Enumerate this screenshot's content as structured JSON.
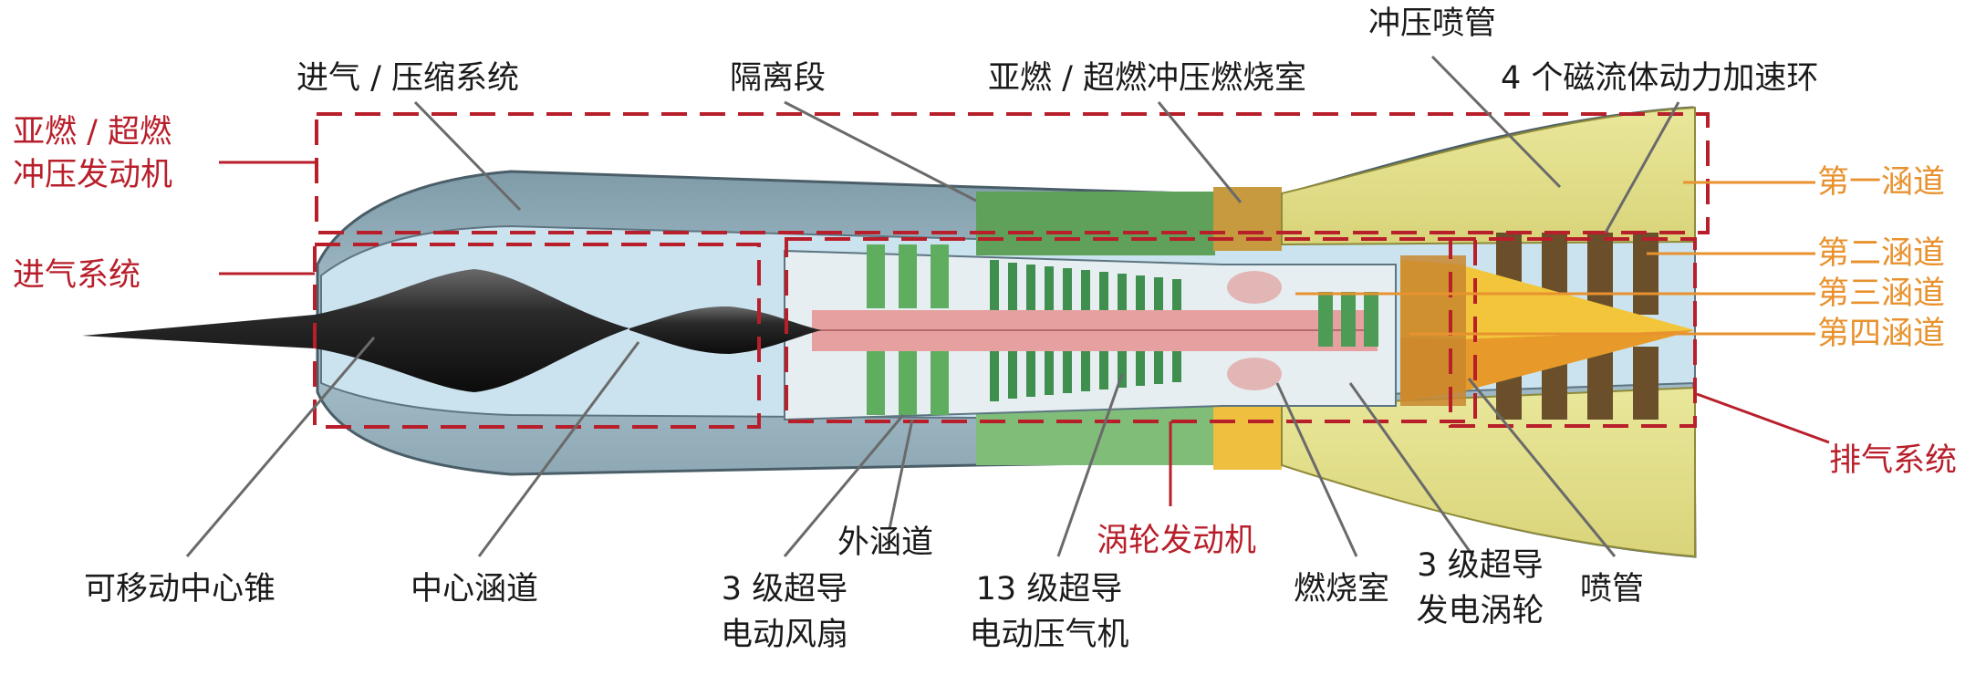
{
  "colors": {
    "red": "#b81f2b",
    "orange": "#e8922f",
    "leader": "#707070",
    "text": "#1a1a1a"
  },
  "labels": {
    "intake_compression": "进气 / 压缩系统",
    "isolator": "隔离段",
    "combustor": "亚燃 / 超燃冲压燃烧室",
    "ram_nozzle": "冲压喷管",
    "mhd_rings": "4 个磁流体动力加速环",
    "ramjet_line1": "亚燃 / 超燃",
    "ramjet_line2": "冲压发动机",
    "intake_system": "进气系统",
    "duct1": "第一涵道",
    "duct2": "第二涵道",
    "duct3": "第三涵道",
    "duct4": "第四涵道",
    "exhaust_system": "排气系统",
    "movable_cone": "可移动中心锥",
    "center_duct": "中心涵道",
    "fan_line1": "3 级超导",
    "fan_line2": "电动风扇",
    "outer_duct": "外涵道",
    "compressor_line1": "13 级超导",
    "compressor_line2": "电动压气机",
    "turbofan": "涡轮发动机",
    "combustion_chamber": "燃烧室",
    "turbine_line1": "3 级超导",
    "turbine_line2": "发电涡轮",
    "nozzle": "喷管"
  }
}
